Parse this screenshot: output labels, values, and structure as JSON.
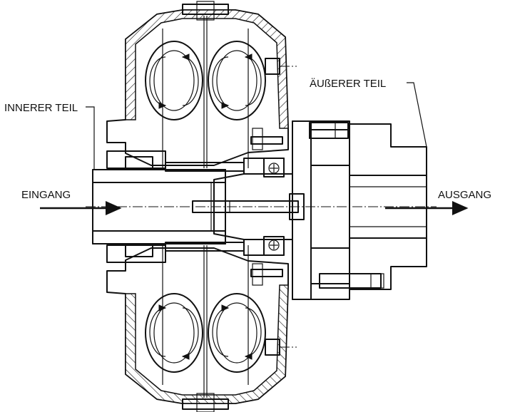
{
  "labels": {
    "inner_part": "INNERER TEIL",
    "outer_part": "ÄUßERER TEIL",
    "input": "EINGANG",
    "output": "AUSGANG"
  },
  "colors": {
    "line": "#111111",
    "background": "#ffffff"
  }
}
